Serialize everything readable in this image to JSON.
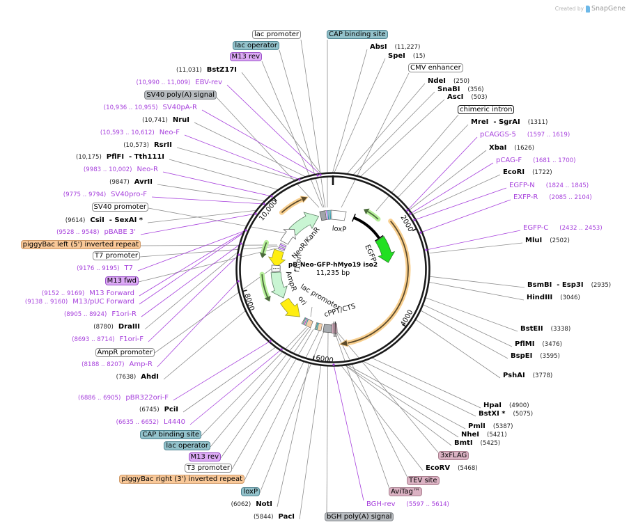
{
  "app": {
    "credit_prefix": "Created by",
    "credit_brand": "SnapGene"
  },
  "map": {
    "name": "pB-Neo-GFP-hMyo19 iso2",
    "length": "11,235 bp",
    "ticks": [
      "2000",
      "4000",
      "6000",
      "8000",
      "10,000"
    ],
    "inner_labels": {
      "loxp": "loxP",
      "egfp": "EGFP",
      "neor": "NeoR/KanR",
      "f1ori": "f1 ori",
      "ampr": "AmpR",
      "lac_promoter": "lac promoter",
      "ori": "ori",
      "cppt": "cPPT/CTS"
    }
  },
  "colors": {
    "primer": "#a63fdc",
    "feature_teal": "#93c2cb",
    "feature_purple": "#dcaaf5",
    "feature_gray": "#b8bcc0",
    "feature_orange": "#f9c898",
    "feature_pink": "#dbb2c3",
    "egfp": "#22e022",
    "ori": "#ffee10",
    "resistance": "#c9f5d3"
  },
  "labels": {
    "left": [
      {
        "type": "feature",
        "name": "lac promoter",
        "color": "white"
      },
      {
        "type": "feature",
        "name": "lac operator",
        "color": "teal"
      },
      {
        "type": "feature",
        "name": "M13 rev",
        "color": "purple"
      },
      {
        "type": "enzyme",
        "name": "BstZ17I",
        "position": "(11,031)"
      },
      {
        "type": "primer",
        "name": "EBV-rev",
        "position": "(10,990 .. 11,009)"
      },
      {
        "type": "feature",
        "name": "SV40 poly(A) signal",
        "color": "gray"
      },
      {
        "type": "primer",
        "name": "SV40pA-R",
        "position": "(10,936 .. 10,955)"
      },
      {
        "type": "enzyme",
        "name": "NruI",
        "position": "(10,741)"
      },
      {
        "type": "primer",
        "name": "Neo-F",
        "position": "(10,593 .. 10,612)"
      },
      {
        "type": "enzyme",
        "name": "RsrII",
        "position": "(10,573)"
      },
      {
        "type": "enzyme",
        "name": "PflFI  - Tth111I",
        "position": "(10,175)"
      },
      {
        "type": "primer",
        "name": "Neo-R",
        "position": "(9983 .. 10,002)"
      },
      {
        "type": "enzyme",
        "name": "AvrII",
        "position": "(9847)"
      },
      {
        "type": "primer",
        "name": "SV40pro-F",
        "position": "(9775 .. 9794)"
      },
      {
        "type": "feature",
        "name": "SV40 promoter",
        "color": "white"
      },
      {
        "type": "enzyme",
        "name": "CsiI  - SexAI *",
        "position": "(9614)"
      },
      {
        "type": "primer",
        "name": "pBABE 3'",
        "position": "(9528 .. 9548)"
      },
      {
        "type": "feature",
        "name": "piggyBac left (5') inverted repeat",
        "color": "orange"
      },
      {
        "type": "feature",
        "name": "T7 promoter",
        "color": "white"
      },
      {
        "type": "primer",
        "name": "T7",
        "position": "(9176 .. 9195)"
      },
      {
        "type": "feature",
        "name": "M13 fwd",
        "color": "purple"
      },
      {
        "type": "primer",
        "name": "M13 Forward",
        "position": "(9152 .. 9169)"
      },
      {
        "type": "primer",
        "name": "M13/pUC Forward",
        "position": "(9138 .. 9160)"
      },
      {
        "type": "primer",
        "name": "F1ori-R",
        "position": "(8905 .. 8924)"
      },
      {
        "type": "enzyme",
        "name": "DraIII",
        "position": "(8780)"
      },
      {
        "type": "primer",
        "name": "F1ori-F",
        "position": "(8693 .. 8714)"
      },
      {
        "type": "feature",
        "name": "AmpR promoter",
        "color": "white"
      },
      {
        "type": "primer",
        "name": "Amp-R",
        "position": "(8188 .. 8207)"
      },
      {
        "type": "enzyme",
        "name": "AhdI",
        "position": "(7638)"
      },
      {
        "type": "primer",
        "name": "pBR322ori-F",
        "position": "(6886 .. 6905)"
      },
      {
        "type": "enzyme",
        "name": "PciI",
        "position": "(6745)"
      },
      {
        "type": "primer",
        "name": "L4440",
        "position": "(6635 .. 6652)"
      },
      {
        "type": "feature",
        "name": "CAP binding site",
        "color": "teal"
      },
      {
        "type": "feature",
        "name": "lac operator",
        "color": "teal"
      },
      {
        "type": "feature",
        "name": "M13 rev",
        "color": "purple"
      },
      {
        "type": "feature",
        "name": "T3 promoter",
        "color": "white"
      },
      {
        "type": "feature",
        "name": "piggyBac right (3') inverted repeat",
        "color": "orange"
      },
      {
        "type": "feature",
        "name": "loxP",
        "color": "teal"
      },
      {
        "type": "enzyme",
        "name": "NotI",
        "position": "(6062)"
      },
      {
        "type": "enzyme",
        "name": "PacI",
        "position": "(5844)"
      }
    ],
    "right": [
      {
        "type": "feature",
        "name": "CAP binding site",
        "color": "teal"
      },
      {
        "type": "enzyme",
        "name": "AbsI",
        "position": "(11,227)"
      },
      {
        "type": "enzyme",
        "name": "SpeI",
        "position": "(15)"
      },
      {
        "type": "feature",
        "name": "CMV enhancer",
        "color": "white"
      },
      {
        "type": "enzyme",
        "name": "NdeI",
        "position": "(250)"
      },
      {
        "type": "enzyme",
        "name": "SnaBI",
        "position": "(356)"
      },
      {
        "type": "enzyme",
        "name": "AscI",
        "position": "(503)"
      },
      {
        "type": "feature",
        "name": "chimeric intron",
        "color": "black-outline"
      },
      {
        "type": "enzyme",
        "name": "MreI  - SgrAI",
        "position": "(1311)"
      },
      {
        "type": "primer",
        "name": "pCAGGS-5",
        "position": "(1597 .. 1619)"
      },
      {
        "type": "enzyme",
        "name": "XbaI",
        "position": "(1626)"
      },
      {
        "type": "primer",
        "name": "pCAG-F",
        "position": "(1681 .. 1700)"
      },
      {
        "type": "enzyme",
        "name": "EcoRI",
        "position": "(1722)"
      },
      {
        "type": "primer",
        "name": "EGFP-N",
        "position": "(1824 .. 1845)"
      },
      {
        "type": "primer",
        "name": "EXFP-R",
        "position": "(2085 .. 2104)"
      },
      {
        "type": "primer",
        "name": "EGFP-C",
        "position": "(2432 .. 2453)"
      },
      {
        "type": "enzyme",
        "name": "MluI",
        "position": "(2502)"
      },
      {
        "type": "enzyme",
        "name": "BsmBI  - Esp3I",
        "position": "(2935)"
      },
      {
        "type": "enzyme",
        "name": "HindIII",
        "position": "(3046)"
      },
      {
        "type": "enzyme",
        "name": "BstEII",
        "position": "(3338)"
      },
      {
        "type": "enzyme",
        "name": "PflMI",
        "position": "(3476)"
      },
      {
        "type": "enzyme",
        "name": "BspEI",
        "position": "(3595)"
      },
      {
        "type": "enzyme",
        "name": "PshAI",
        "position": "(3778)"
      },
      {
        "type": "enzyme",
        "name": "HpaI",
        "position": "(4900)"
      },
      {
        "type": "enzyme",
        "name": "BstXI *",
        "position": "(5075)"
      },
      {
        "type": "enzyme",
        "name": "PmlI",
        "position": "(5387)"
      },
      {
        "type": "enzyme",
        "name": "NheI",
        "position": "(5421)"
      },
      {
        "type": "enzyme",
        "name": "BmtI",
        "position": "(5425)"
      },
      {
        "type": "feature",
        "name": "3xFLAG",
        "color": "pink"
      },
      {
        "type": "enzyme",
        "name": "EcoRV",
        "position": "(5468)"
      },
      {
        "type": "feature",
        "name": "TEV site",
        "color": "pink"
      },
      {
        "type": "feature",
        "name": "AviTag™",
        "color": "pink"
      },
      {
        "type": "primer",
        "name": "BGH-rev",
        "position": "(5597 .. 5614)"
      },
      {
        "type": "feature",
        "name": "bGH poly(A) signal",
        "color": "gray"
      }
    ]
  }
}
